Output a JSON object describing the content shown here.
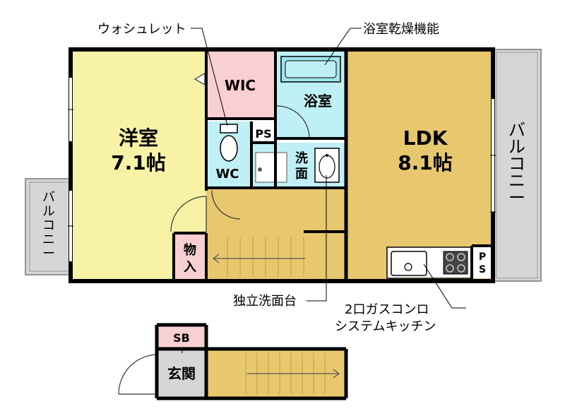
{
  "rooms": {
    "western": {
      "name": "洋室",
      "size": "7.1帖"
    },
    "ldk": {
      "name": "LDK",
      "size": "8.1帖"
    },
    "wic": "WIC",
    "bath": "浴室",
    "wc": "WC",
    "ps_upper": "PS",
    "ps_kitchen_p": "P",
    "ps_kitchen_s": "S",
    "wash_1": "洗",
    "wash_2": "面",
    "storage_1": "物",
    "storage_2": "入",
    "balcony_left": [
      "バ",
      "ル",
      "コ",
      "ニ",
      "ー"
    ],
    "balcony_right": [
      "バ",
      "ル",
      "コ",
      "ニ",
      "ー"
    ],
    "sb": "SB",
    "entrance": "玄関"
  },
  "callouts": {
    "washlet": "ウォシュレット",
    "bath_dryer": "浴室乾燥機能",
    "vanity": "独立洗面台",
    "kitchen_1": "2口ガスコンロ",
    "kitchen_2": "システムキッチン"
  },
  "colors": {
    "western": "#f7f2a6",
    "ldk": "#e8c86e",
    "wic": "#f8cfd2",
    "wet": "#bff0f5",
    "balcony": "#d6d6d6",
    "corridor": "#e8c86e",
    "wall": "#000000"
  }
}
